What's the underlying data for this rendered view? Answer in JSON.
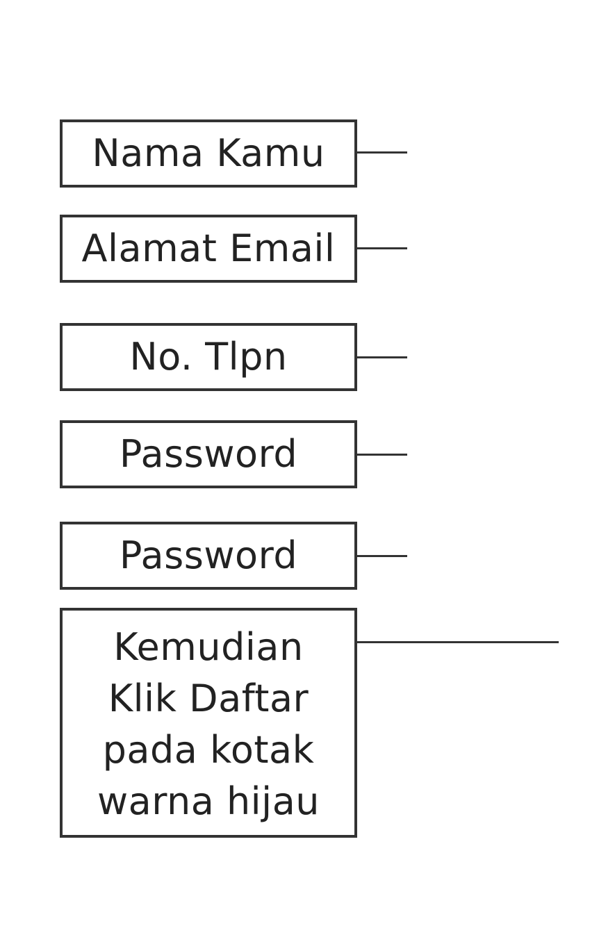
{
  "labels": {
    "nama": "Nama Kamu",
    "email": "Alamat Email",
    "tlpn": "No. Tlpn",
    "password_1": "Password",
    "password_2": "Password",
    "instruksi": "Kemudian\nKlik Daftar\npada kotak\nwarna hijau"
  },
  "colors": {
    "border": "#333333",
    "text": "#222222",
    "background": "#ffffff"
  }
}
